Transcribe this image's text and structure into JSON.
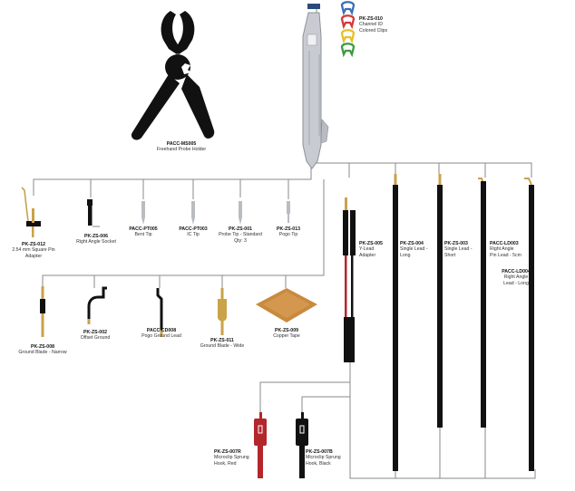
{
  "colors": {
    "line": "#8a8a8a",
    "black": "#111111",
    "gold": "#c9a24a",
    "red": "#b3262b",
    "copper": "#c98a3e",
    "probe": "#c8ccd2"
  },
  "items": {
    "holdertool": {
      "code": "PACC-MS005",
      "lines": [
        "Freehand Probe Holder"
      ]
    },
    "clips": {
      "code": "PK-ZS-010",
      "lines": [
        "Channel ID",
        "Colored Clips"
      ]
    },
    "sqpin": {
      "code": "PK-ZS-012",
      "lines": [
        "2.54 mm Square Pin",
        "Adapter"
      ]
    },
    "socket": {
      "code": "PK-ZS-006",
      "lines": [
        "Right Angle Socket"
      ]
    },
    "benttip": {
      "code": "PACC-PT005",
      "lines": [
        "Bent Tip"
      ]
    },
    "ictip": {
      "code": "PACC-PT003",
      "lines": [
        "IC Tip"
      ]
    },
    "stdtip": {
      "code": "PK-ZS-001",
      "lines": [
        "Probe Tip - Standard",
        "Qty: 3"
      ]
    },
    "pogotip": {
      "code": "PK-ZS-013",
      "lines": [
        "Pogo Tip"
      ]
    },
    "gbnarrow": {
      "code": "PK-ZS-008",
      "lines": [
        "Ground Blade - Narrow"
      ]
    },
    "offset": {
      "code": "PK-ZS-002",
      "lines": [
        "Offset Ground"
      ]
    },
    "pogoground": {
      "code": "PACC-CD008",
      "lines": [
        "Pogo Ground Lead"
      ]
    },
    "gbwide": {
      "code": "PK-ZS-011",
      "lines": [
        "Ground Blade - Wide"
      ]
    },
    "copper": {
      "code": "PK-ZS-009",
      "lines": [
        "Copper Tape"
      ]
    },
    "ylead": {
      "code": "PK-ZS-005",
      "lines": [
        "Y-Lead",
        "Adapter"
      ]
    },
    "sllong": {
      "code": "PK-ZS-004",
      "lines": [
        "Single Lead -",
        "Long"
      ]
    },
    "slshort": {
      "code": "PK-ZS-003",
      "lines": [
        "Single Lead -",
        "Short"
      ]
    },
    "ra5": {
      "code": "PACC-LD003",
      "lines": [
        "Right Angle",
        "Pin Lead - 5cm"
      ]
    },
    "ralong": {
      "code": "PACC-LD004",
      "lines": [
        "Right Angle",
        "Lead - Long"
      ]
    },
    "hookred": {
      "code": "PK-ZS-007R",
      "lines": [
        "Microclip Sprung",
        "Hook, Red"
      ]
    },
    "hookblack": {
      "code": "PK-ZS-007B",
      "lines": [
        "Microclip Sprung",
        "Hook, Black"
      ]
    }
  }
}
